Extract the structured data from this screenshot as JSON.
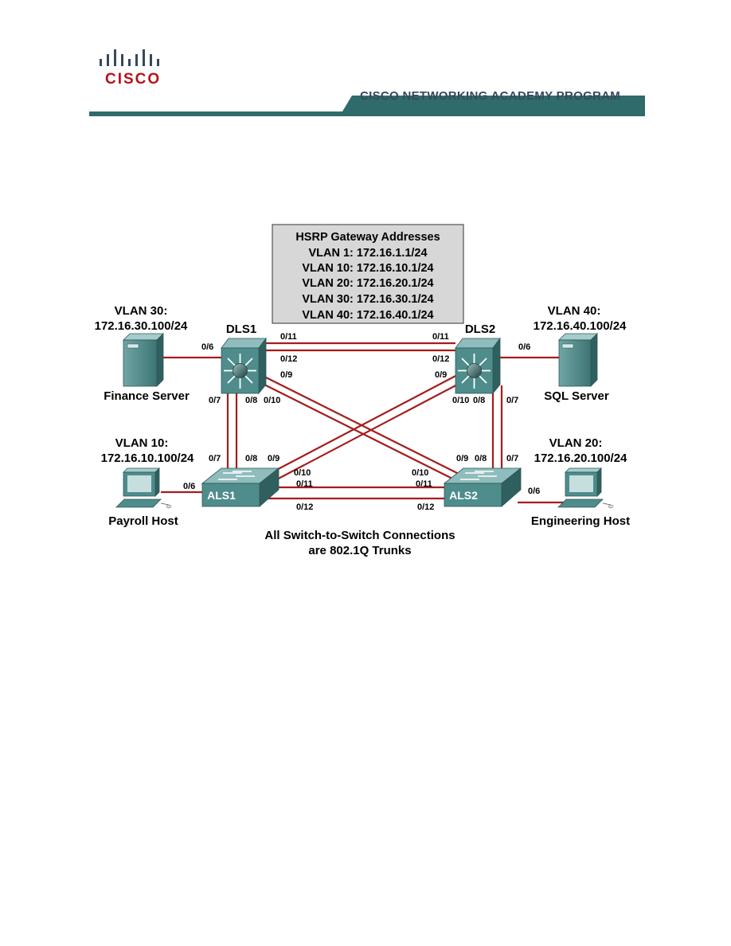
{
  "header": {
    "logo_text": "CISCO",
    "program_title": "CISCO NETWORKING ACADEMY PROGRAM",
    "bar_color": "#2f6b6a"
  },
  "hsrp_box": {
    "title": "HSRP Gateway Addresses",
    "lines": [
      "VLAN 1: 172.16.1.1/24",
      "VLAN 10: 172.16.10.1/24",
      "VLAN 20: 172.16.20.1/24",
      "VLAN 30: 172.16.30.1/24",
      "VLAN 40: 172.16.40.1/24"
    ]
  },
  "devices": {
    "finance_server": {
      "vlan": "VLAN 30:",
      "ip": "172.16.30.100/24",
      "name": "Finance Server",
      "icon": "server-icon"
    },
    "sql_server": {
      "vlan": "VLAN 40:",
      "ip": "172.16.40.100/24",
      "name": "SQL Server",
      "icon": "server-icon"
    },
    "payroll_host": {
      "vlan": "VLAN 10:",
      "ip": "172.16.10.100/24",
      "name": "Payroll Host",
      "icon": "pc-icon"
    },
    "engineering_host": {
      "vlan": "VLAN 20:",
      "ip": "172.16.20.100/24",
      "name": "Engineering Host",
      "icon": "pc-icon"
    }
  },
  "switches": {
    "dls1": {
      "name": "DLS1",
      "icon": "multilayer-switch-icon"
    },
    "dls2": {
      "name": "DLS2",
      "icon": "multilayer-switch-icon"
    },
    "als1": {
      "name": "ALS1",
      "icon": "workgroup-switch-icon"
    },
    "als2": {
      "name": "ALS2",
      "icon": "workgroup-switch-icon"
    }
  },
  "ports": {
    "fin_dls1": "0/6",
    "dls1_dls2_a_left": "0/11",
    "dls1_dls2_a_right": "0/11",
    "dls1_dls2_b_left": "0/12",
    "dls1_dls2_b_right": "0/12",
    "dls1_x": "0/9",
    "dls2_x": "0/9",
    "dls1_down_7": "0/7",
    "dls1_down_8": "0/8",
    "dls1_down_10": "0/10",
    "dls2_down_10": "0/10",
    "dls2_down_8": "0/8",
    "dls2_down_7": "0/7",
    "sql_dls2": "0/6",
    "als1_up_7": "0/7",
    "als1_up_8": "0/8",
    "als1_up_9": "0/9",
    "als1_10": "0/10",
    "als1_11": "0/11",
    "als1_12": "0/12",
    "als2_up_9": "0/9",
    "als2_up_8": "0/8",
    "als2_up_7": "0/7",
    "als2_10": "0/10",
    "als2_11": "0/11",
    "als2_12": "0/12",
    "payroll_als1": "0/6",
    "eng_als2": "0/6"
  },
  "caption": {
    "line1": "All Switch-to-Switch Connections",
    "line2": "are 802.1Q Trunks"
  },
  "colors": {
    "link": "#a51c1c",
    "switch_body": "#4f8c8c",
    "hsrp_fill": "#d7d7d7"
  }
}
